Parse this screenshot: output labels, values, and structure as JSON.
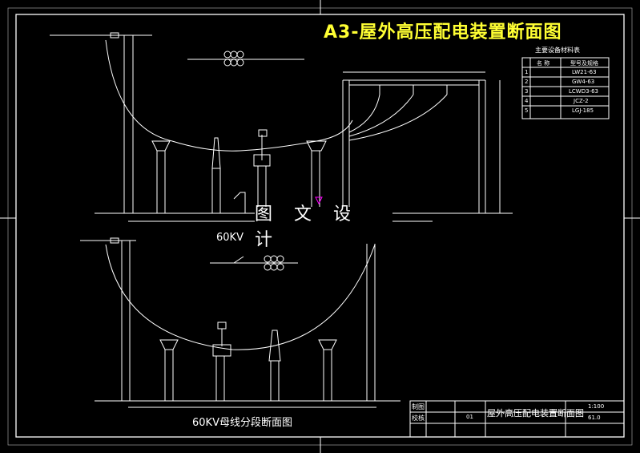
{
  "title": "A3-屋外高压配电装置断面图",
  "watermark": "图 文 设 计",
  "upper_caption": "60KV",
  "lower_caption": "60KV母线分段断面图",
  "equipment_table": {
    "heading": "主要设备材料表",
    "rows": [
      {
        "no": "",
        "name": "名 称",
        "model": "型号及规格"
      },
      {
        "no": "1",
        "name": "",
        "model": "LW21-63"
      },
      {
        "no": "2",
        "name": "",
        "model": "GW4-63"
      },
      {
        "no": "3",
        "name": "",
        "model": "LCWD3-63"
      },
      {
        "no": "4",
        "name": "",
        "model": "JCZ-2"
      },
      {
        "no": "5",
        "name": "",
        "model": "LGJ-185"
      }
    ]
  },
  "title_block": {
    "row1_label": "制图",
    "row2_label": "校核",
    "drawing_name": "屋外高压配电装置断面图",
    "scale": "1:100",
    "row2_mid": "01",
    "sheet": "61.0"
  },
  "colors": {
    "line": "#ffffff",
    "title": "#ffff33",
    "background": "#000000",
    "accent": "#ff00ff"
  }
}
